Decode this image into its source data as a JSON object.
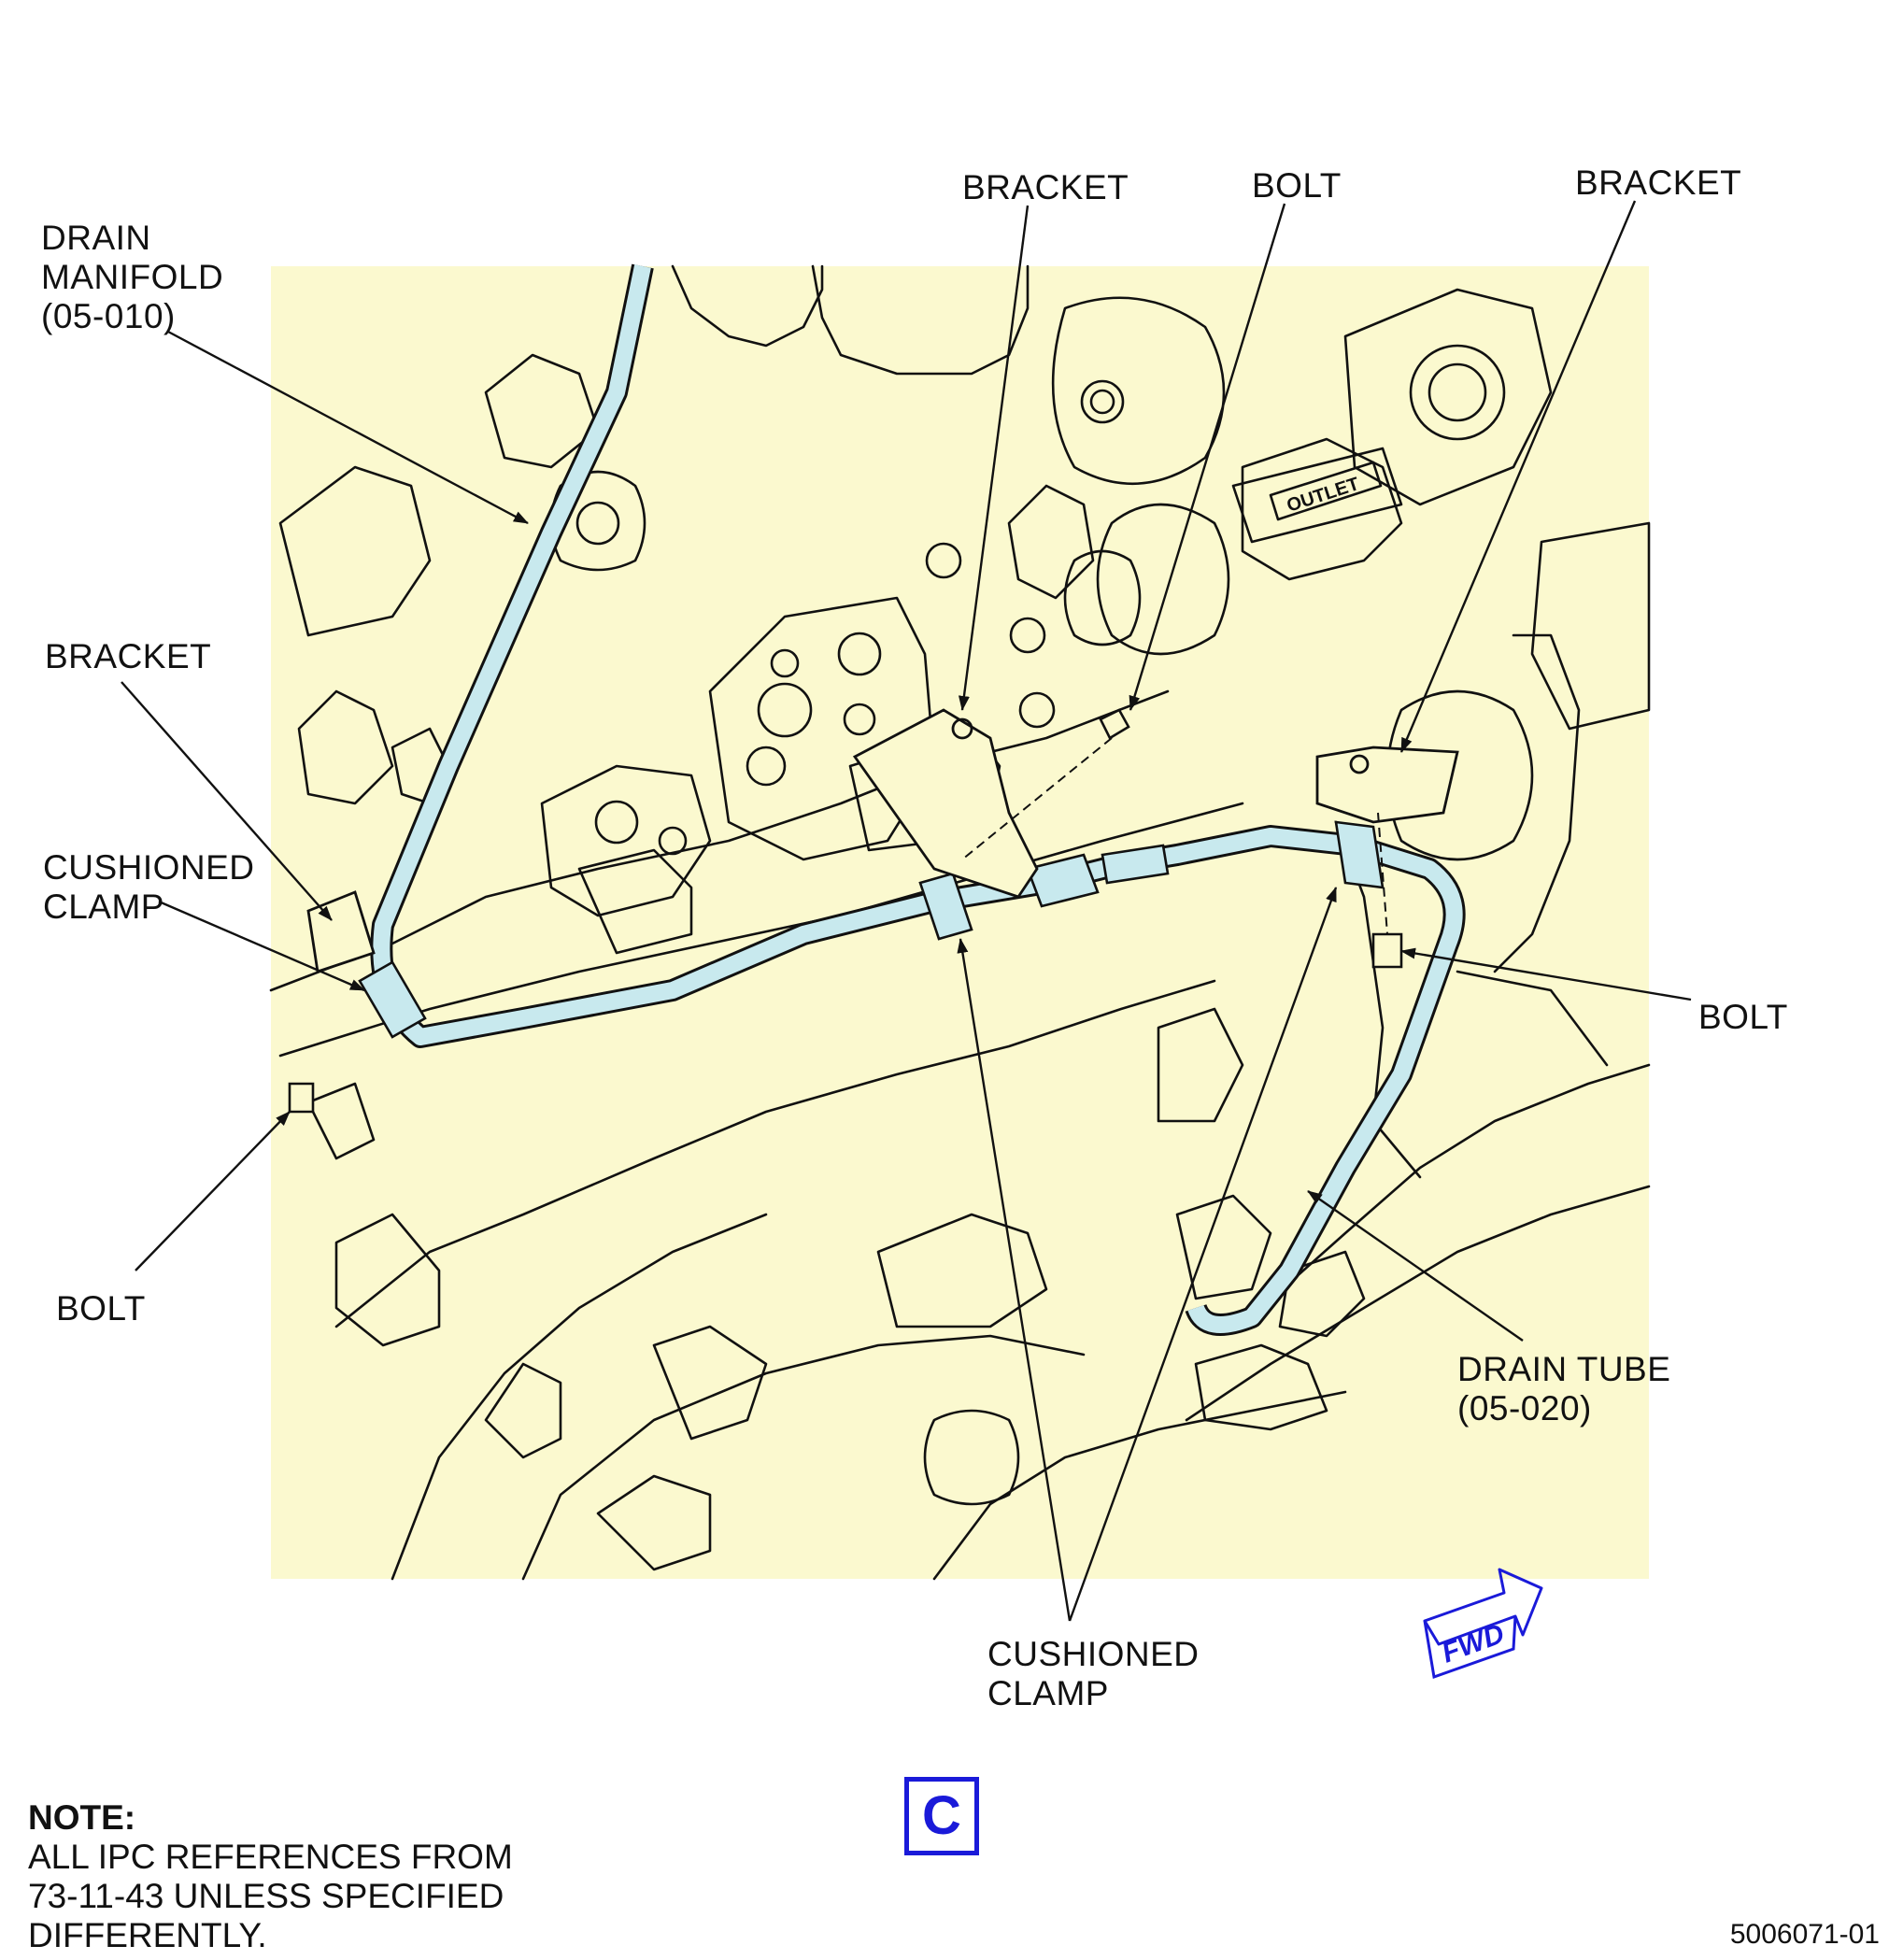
{
  "labels": {
    "drain_manifold": "DRAIN\nMANIFOLD\n(05-010)",
    "bracket_top_center": "BRACKET",
    "bolt_top": "BOLT",
    "bracket_top_right": "BRACKET",
    "bracket_left": "BRACKET",
    "cushioned_clamp_left": "CUSHIONED\nCLAMP",
    "bolt_right": "BOLT",
    "bolt_left": "BOLT",
    "drain_tube": "DRAIN TUBE\n(05-020)",
    "cushioned_clamp_bottom": "CUSHIONED\nCLAMP"
  },
  "engine_label": "OUTLET",
  "direction_arrow": "FWD",
  "note": {
    "title": "NOTE:",
    "body": "ALL IPC REFERENCES FROM\n73-11-43 UNLESS SPECIFIED\nDIFFERENTLY."
  },
  "view_letter": "C",
  "figure_number": "5006071-01",
  "colors": {
    "background_fill": "#fbf9cf",
    "tube_fill": "#c8e9ee",
    "line": "#111111",
    "accent_blue": "#1a1ad9"
  }
}
